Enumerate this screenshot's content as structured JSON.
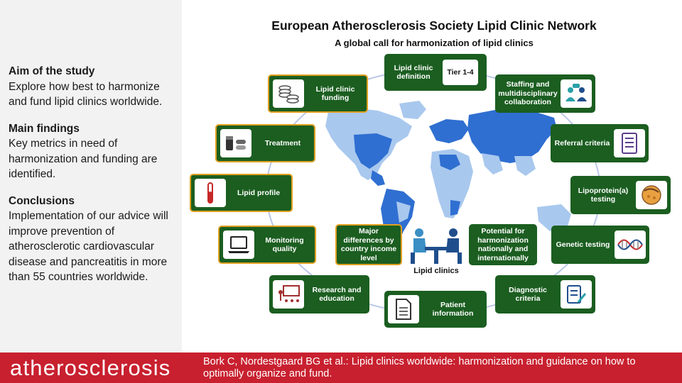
{
  "header": {
    "title": "European Atherosclerosis Society Lipid Clinic Network",
    "subtitle": "A global call for harmonization of lipid clinics"
  },
  "left": {
    "aim_heading": "Aim of the study",
    "aim_text": "Explore how best to harmonize and fund lipid clinics worldwide.",
    "findings_heading": "Main findings",
    "findings_text": "Key metrics in need of harmonization and funding are identified.",
    "conclusions_heading": "Conclusions",
    "conclusions_text": "Implementation of our advice will improve prevention of atherosclerotic cardiovascular disease and pancreatitis in more than 55 countries worldwide."
  },
  "boxes": {
    "definition": "Lipid clinic definition",
    "tier": "Tier 1-4",
    "staffing": "Staffing and multidisciplinary collaboration",
    "referral": "Referral criteria",
    "lpa": "Lipoprotein(a) testing",
    "genetic": "Genetic testing",
    "diagnostic": "Diagnostic criteria",
    "patient_info": "Patient information",
    "research": "Research and education",
    "monitoring": "Monitoring quality",
    "profile": "Lipid profile",
    "treatment": "Treatment",
    "funding": "Lipid clinic funding",
    "differences": "Major differences by country income level",
    "potential": "Potential for harmonization nationally and internationally",
    "center": "Lipid clinics"
  },
  "footer": {
    "brand": "atherosclerosis",
    "citation": "Bork C, Nordestgaard BG et al.: Lipid clinics worldwide: harmonization and guidance on how to optimally organize and fund."
  },
  "icons": [
    "coins-icon",
    "people-talking-icon",
    "checklist-icon",
    "lipoprotein-sphere-icon",
    "dna-icon",
    "clipboard-pen-icon",
    "document-icon",
    "teacher-board-icon",
    "laptop-icon",
    "test-tube-icon",
    "pills-icon",
    "consultation-icon",
    "world-map-icon"
  ],
  "colors": {
    "box_green": "#1b5e20",
    "gold_border": "#e0a020",
    "footer_red": "#c8202f",
    "map_dark": "#2f6fd1",
    "map_light": "#a9c8ee"
  }
}
